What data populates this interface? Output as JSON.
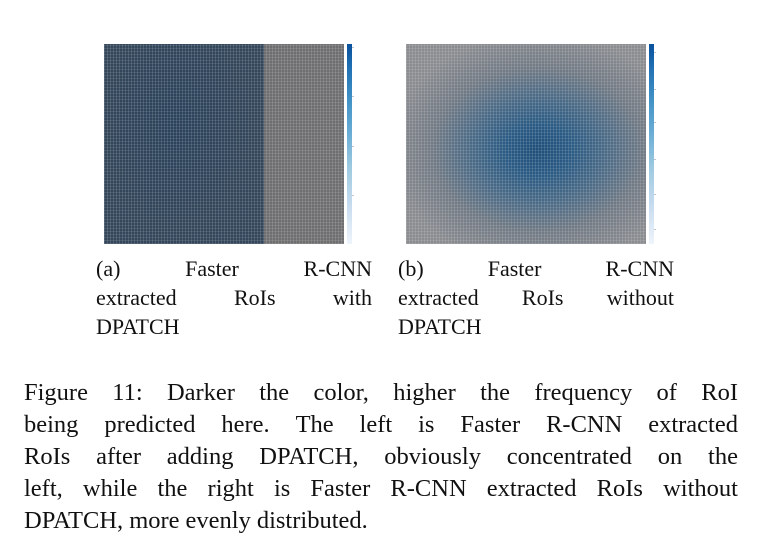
{
  "panels": [
    {
      "id": "a",
      "caption_lines": [
        [
          "(a)",
          "Faster",
          "R-CNN"
        ],
        [
          "extracted",
          "RoIs",
          "with"
        ],
        [
          "DPATCH"
        ]
      ]
    },
    {
      "id": "b",
      "caption_lines": [
        [
          "(b)",
          "Faster",
          "R-CNN"
        ],
        [
          "extracted",
          "RoIs",
          "without"
        ],
        [
          "DPATCH"
        ]
      ]
    }
  ],
  "caption": {
    "lines": [
      [
        "Figure",
        "11:",
        "Darker",
        "the",
        "color,",
        "higher",
        "the",
        "frequency",
        "of",
        "RoI"
      ],
      [
        "being",
        "predicted",
        "here.",
        "The",
        "left",
        "is",
        "Faster",
        "R-CNN",
        "extracted"
      ],
      [
        "RoIs",
        "after",
        "adding",
        "DPATCH,",
        "obviously",
        "concentrated",
        "on",
        "the"
      ],
      [
        "left,",
        "while",
        "the",
        "right",
        "is",
        "Faster",
        "R-CNN",
        "extracted",
        "RoIs",
        "without"
      ],
      [
        "DPATCH,",
        "more",
        "evenly",
        "distributed."
      ]
    ]
  },
  "colors": {
    "colorbar_top": "#08519c",
    "colorbar_bottom": "#eef4fb",
    "heatmap_dark": "#1f4e79",
    "heatmap_gray": "#6e6e70"
  }
}
